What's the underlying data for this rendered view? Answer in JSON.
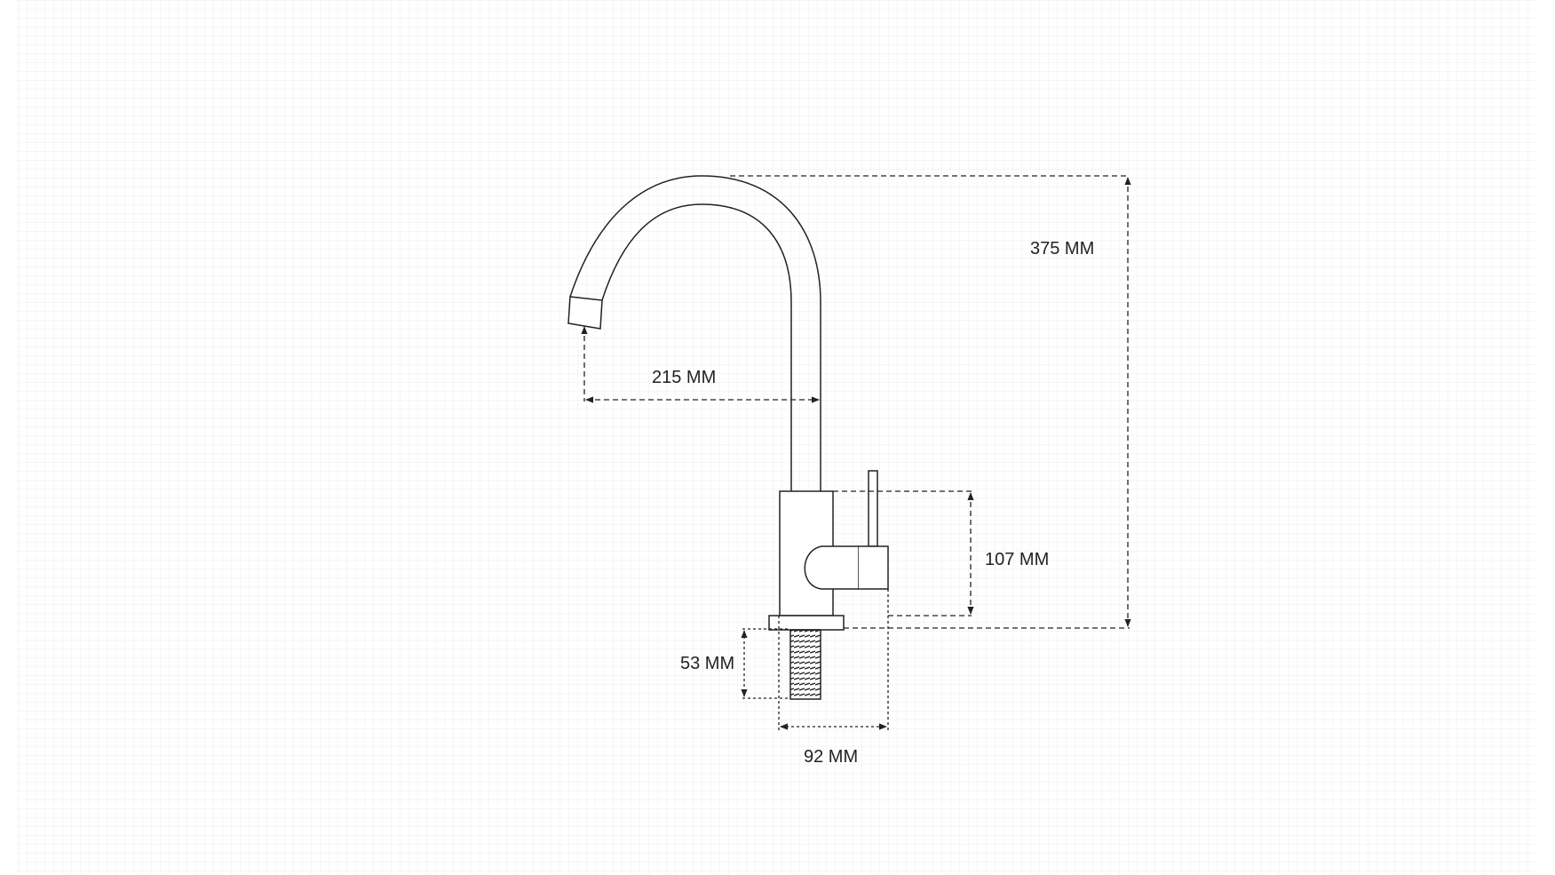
{
  "dimensions": {
    "height_total": "375 MM",
    "spout_reach": "215 MM",
    "body_height": "107 MM",
    "shank_length": "53 MM",
    "body_width": "92 MM"
  },
  "colors": {
    "line": "#222222",
    "grid": "#e6e6e6",
    "background": "#ffffff"
  }
}
